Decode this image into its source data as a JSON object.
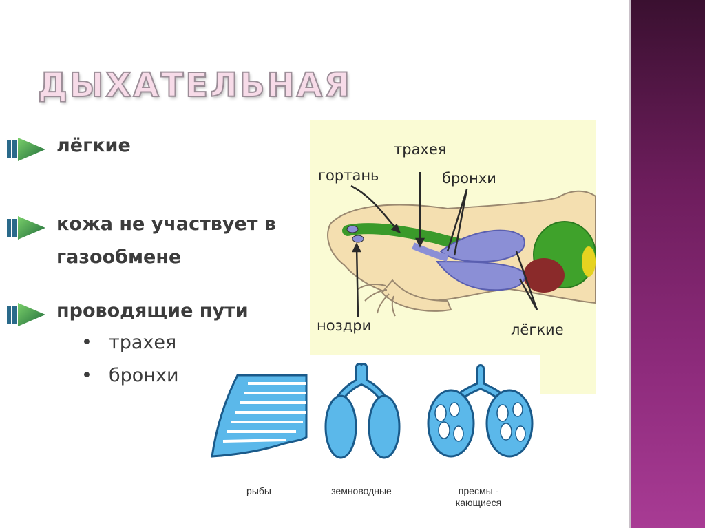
{
  "title": "ДЫХАТЕЛЬНАЯ",
  "bullets": [
    {
      "text": "лёгкие"
    },
    {
      "text_line1": "кожа не участвует в",
      "text_line2": "газообмене"
    },
    {
      "text": "проводящие пути"
    }
  ],
  "sub_items": [
    "трахея",
    "бронхи"
  ],
  "diagram": {
    "labels": {
      "trachea": "трахея",
      "larynx": "гортань",
      "bronchi": "бронхи",
      "nostrils": "ноздри",
      "lungs": "лёгкие"
    }
  },
  "lung_types": {
    "fish": "рыбы",
    "amphibians": "земноводные",
    "reptiles_line1": "пресмы -",
    "reptiles_line2": "кающиеся"
  },
  "colors": {
    "side_band": "#8e2b7c",
    "trachea_green": "#3a9a2a",
    "lung_purple": "#8b8fd6",
    "lung_blue": "#5bb8ea",
    "panel_bg": "#fafbd4",
    "arrow_green": "#2e8b3a"
  },
  "icons": [
    "bullet-arrow-icon"
  ]
}
